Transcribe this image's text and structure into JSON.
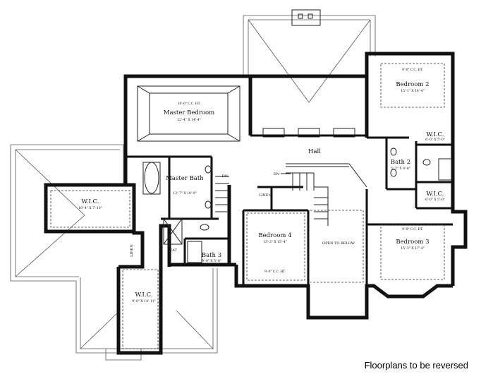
{
  "rooms": {
    "master_bedroom": {
      "name": "Master Bedroom",
      "size": "22'-4\" X 14'-4\"",
      "ceiling": "10'-0\" C.C. HT."
    },
    "master_bath": {
      "name": "Master Bath",
      "size": "13'-7\" X 10'-9\""
    },
    "bedroom2": {
      "name": "Bedroom 2",
      "size": "15'-1\" X 14'-4\"",
      "ceiling": "9'-0\" C.C. HT."
    },
    "bedroom3": {
      "name": "Bedroom 3",
      "size": "15'-3\" X 17'-4\"",
      "ceiling": "9'-0\" C.C. HT."
    },
    "bedroom4": {
      "name": "Bedroom 4",
      "size": "13'-3\" X 15'-4\"",
      "ceiling": "9'-0\" C.C. HT."
    },
    "bath2": {
      "name": "Bath 2",
      "size": "5'-3\" X 8'-6\""
    },
    "bath3": {
      "name": "Bath 3",
      "size": "9'-0\" X 5'-0\""
    },
    "hall": {
      "name": "Hall"
    },
    "wic_left": {
      "name": "W.I.C.",
      "size": "16'-4\" X 7'-10\""
    },
    "wic_bottom": {
      "name": "W.I.C.",
      "size": "9'-0\" X 14'-11\""
    },
    "wic_br2": {
      "name": "W.I.C.",
      "size": "6'-0\" X 5'-0\""
    },
    "wic_br3": {
      "name": "W.I.C.",
      "size": "6'-0\" X 5'-0\""
    }
  },
  "labels": {
    "linen_top": "LINEN",
    "linen_side": "LINEN",
    "seat": "SEAT",
    "dn_top": "DN",
    "dn_left": "DN",
    "open_to_below": "OPEN TO BELOW"
  },
  "caption": "Floorplans to be reversed"
}
